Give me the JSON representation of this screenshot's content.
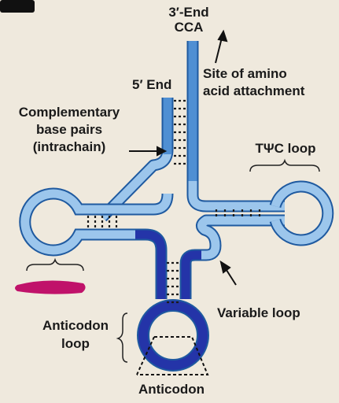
{
  "labels": {
    "three_prime_end": "3′-End",
    "cca": "CCA",
    "site_line1": "Site of amino",
    "site_line2": "acid attachment",
    "five_prime_end": "5′ End",
    "comp_line1": "Complementary",
    "comp_line2": "base pairs",
    "comp_line3": "(intrachain)",
    "tpsic_loop": "TΨC loop",
    "variable_loop": "Variable loop",
    "anticodon_loop_line1": "Anticodon",
    "anticodon_loop_line2": "loop",
    "anticodon": "Anticodon"
  },
  "colors": {
    "background": "#efe9dd",
    "strand_light": "#9cc6ec",
    "strand_mid": "#4f8fd3",
    "strand_outline": "#1f5aa0",
    "strand_dark": "#2434a8",
    "base_pair": "#1a1a1a",
    "highlight_mark": "#c0126a"
  }
}
